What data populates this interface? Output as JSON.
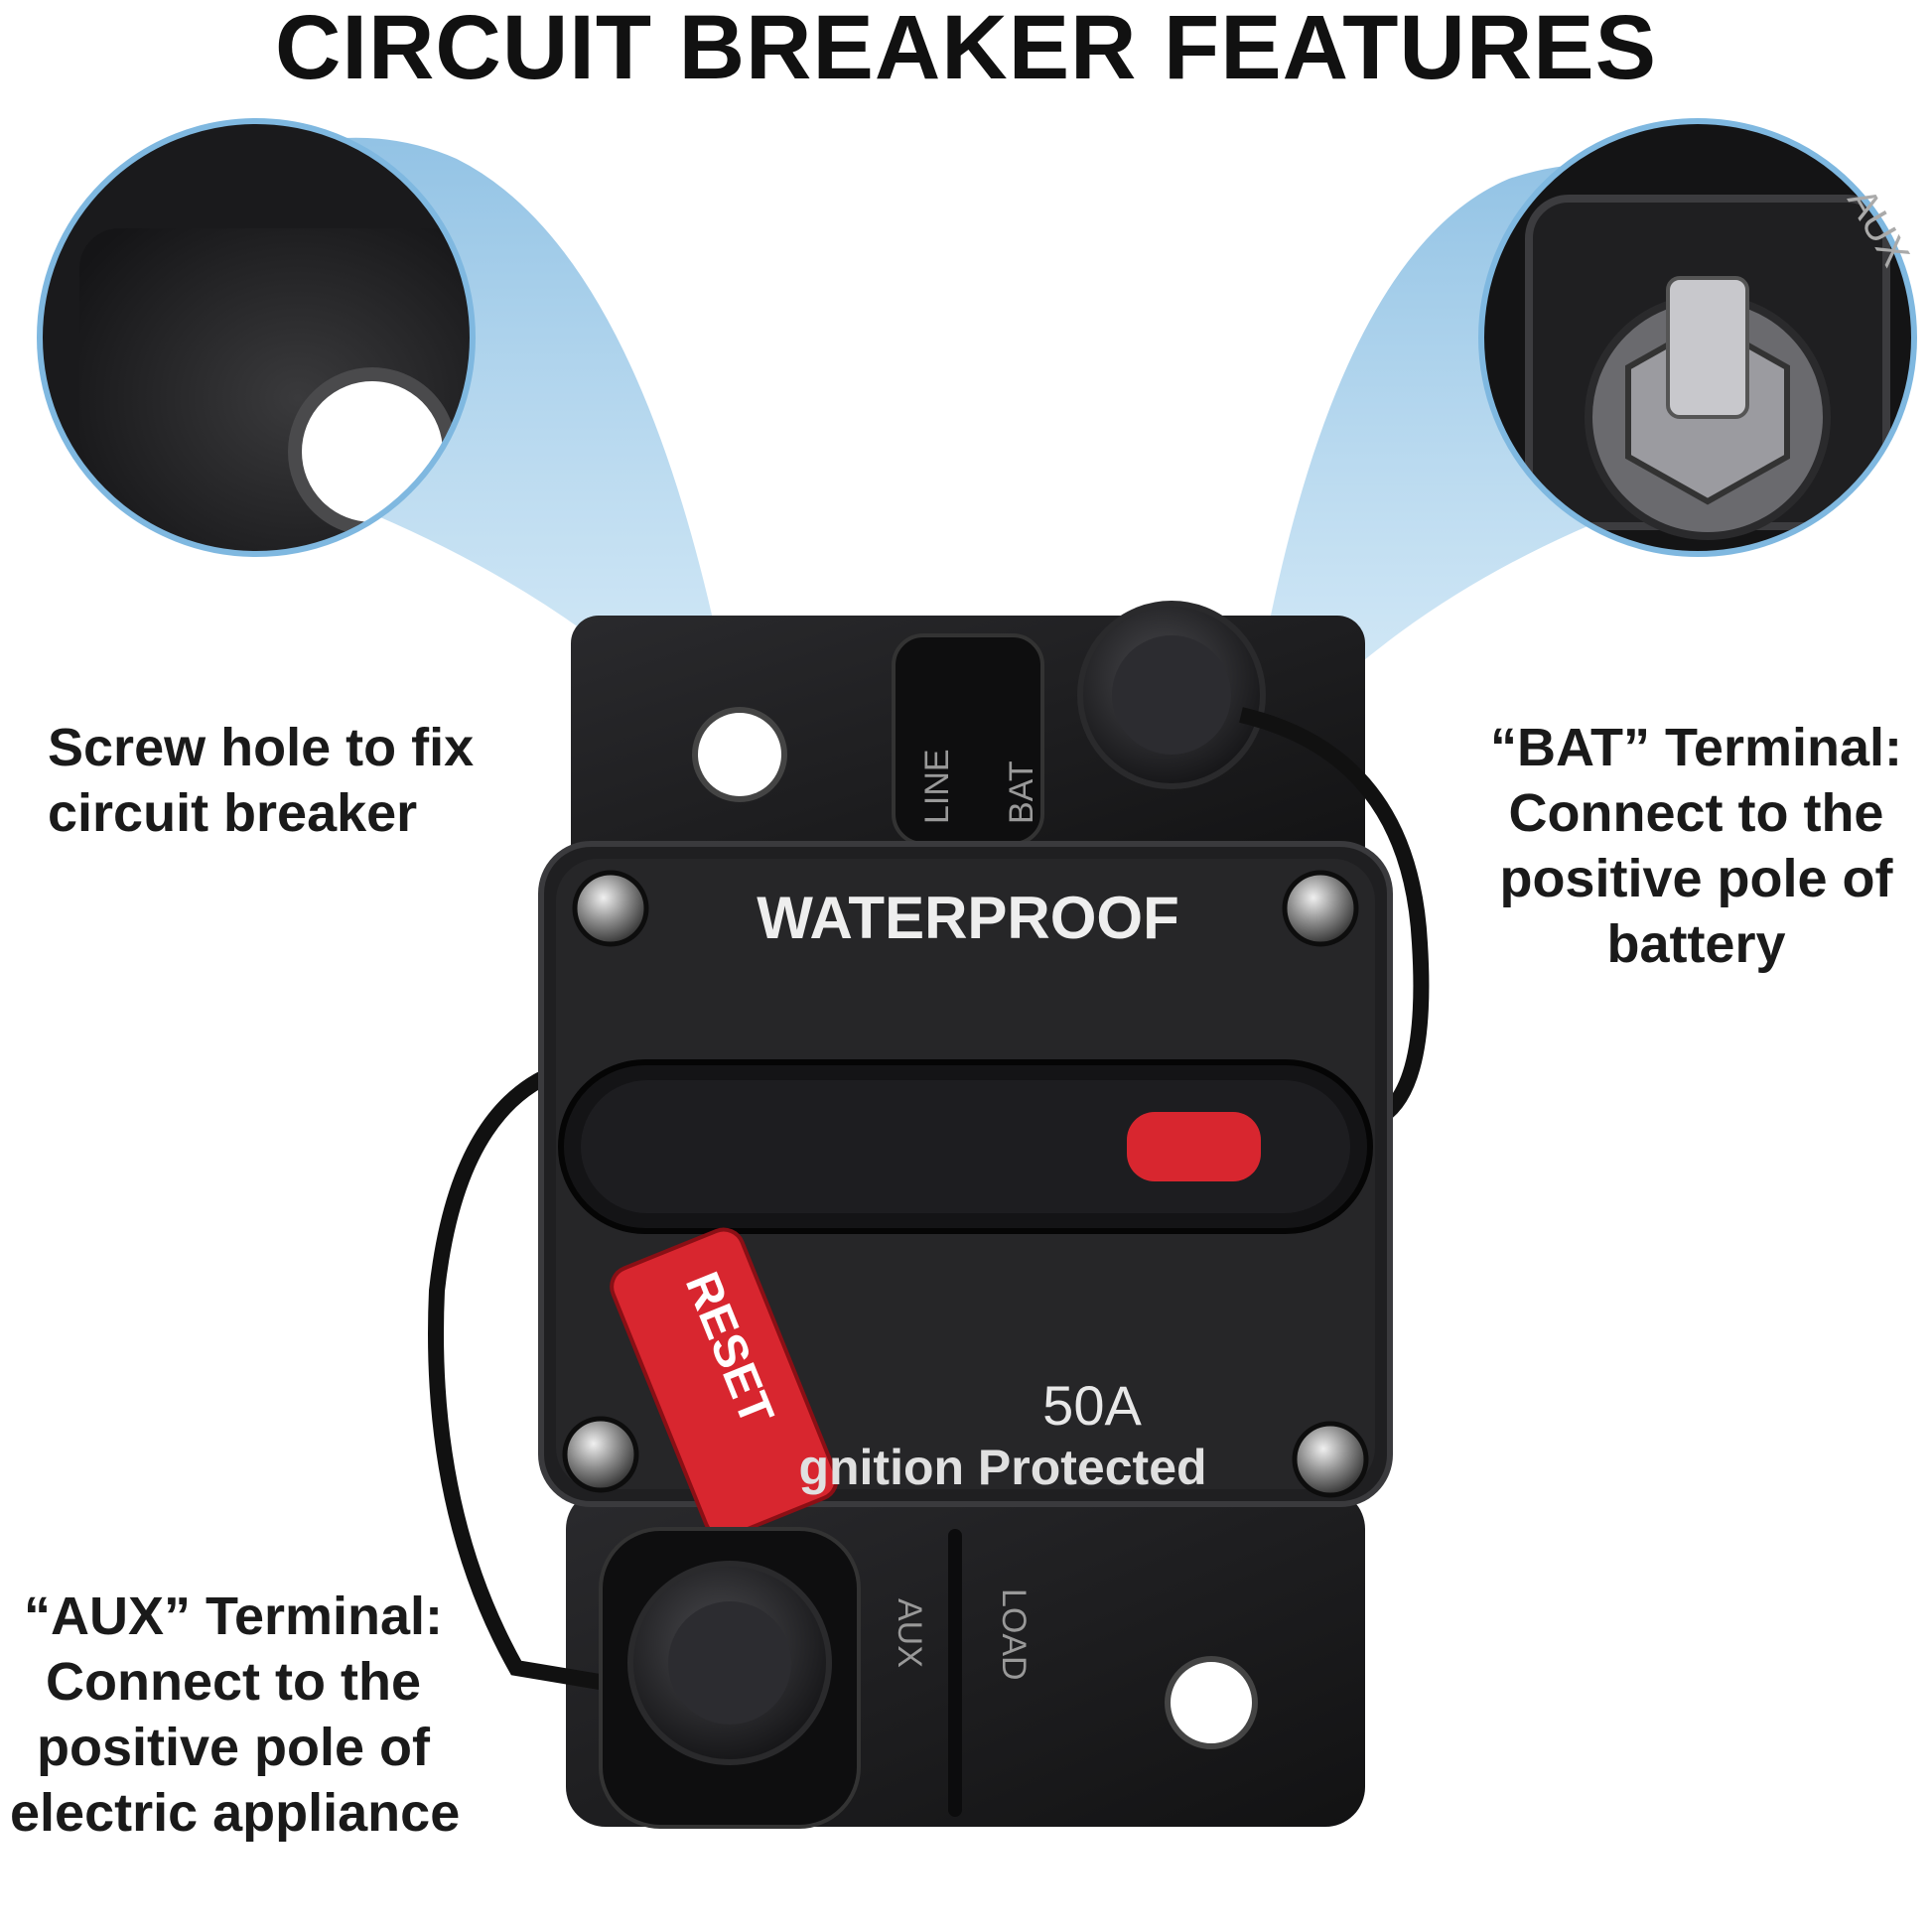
{
  "title": "CIRCUIT BREAKER FEATURES",
  "callouts": {
    "screw_hole": {
      "line1": "Screw hole to fix",
      "line2": "circuit breaker"
    },
    "bat_terminal": {
      "line1": "“BAT” Terminal:",
      "line2": "Connect to the",
      "line3": "positive pole of",
      "line4": "battery"
    },
    "aux_terminal": {
      "line1": "“AUX” Terminal:",
      "line2": "Connect to the",
      "line3": "positive pole of",
      "line4": "electric appliance"
    }
  },
  "device": {
    "waterproof_label": "WATERPROOF",
    "rating_label": "50A",
    "protection_label": "gnition Protected",
    "reset_label": "RESET",
    "aux_mark": "AUX",
    "load_mark": "LOAD",
    "bat_mark": "BAT",
    "line_mark": "LINE",
    "zoom_aux_mark": "AUX"
  },
  "colors": {
    "callout_blue": "#8fc3e6",
    "body_black": "#1c1c1e",
    "reset_red": "#d8262f"
  }
}
